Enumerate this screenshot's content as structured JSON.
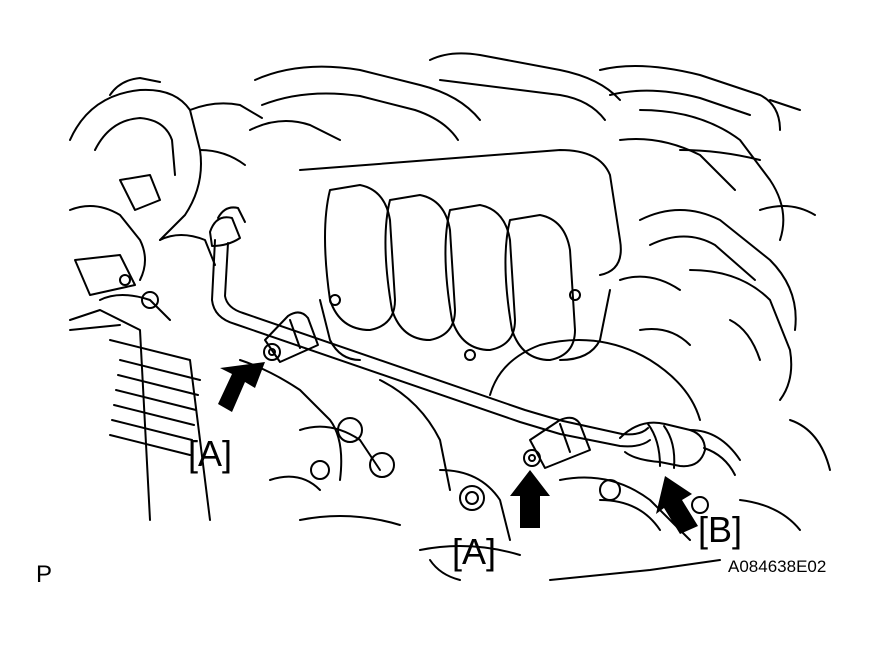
{
  "labels": {
    "callout_a_left": "[A]",
    "callout_a_bottom": "[A]",
    "callout_b": "[B]",
    "corner_mark": "P",
    "figure_id": "A084638E02"
  },
  "colors": {
    "line": "#000000",
    "background": "#ffffff"
  },
  "icons": {
    "arrow": "arrow-icon",
    "bolt": "bolt-icon",
    "clamp": "hose-clamp-icon"
  }
}
